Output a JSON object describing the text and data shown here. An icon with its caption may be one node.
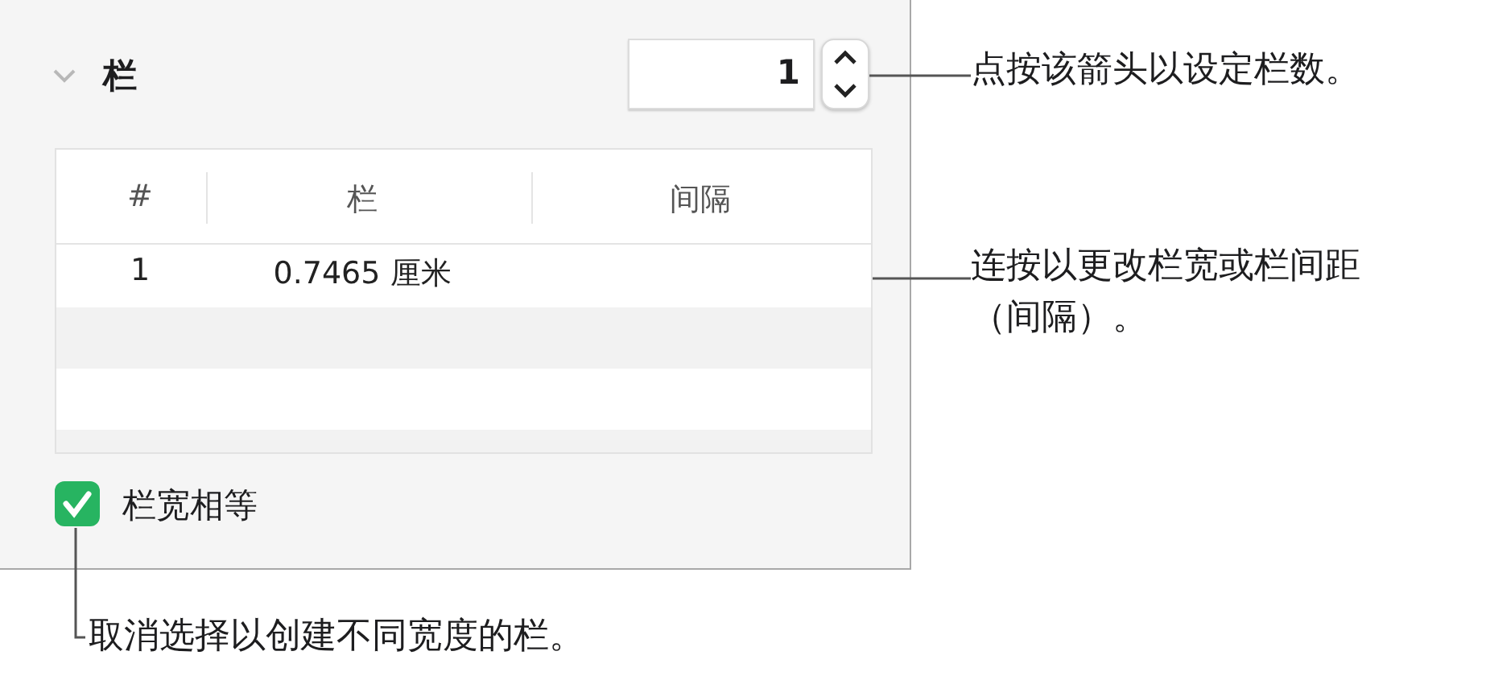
{
  "diagram": {
    "nodes": [
      {
        "text": [
          "栏"
        ]
      },
      {
        "text": [
          "1"
        ],
        "in": 0
      },
      {
        "text": [],
        "shape": "box",
        "in": 0
      },
      {
        "text": [],
        "shape": "box",
        "in": 0
      },
      {
        "text": [
          "栏宽相等"
        ],
        "in": 0
      },
      {
        "text": [
          "点按该箭头以设定栏数。"
        ]
      },
      {
        "text": [
          "连按以更改栏宽或栏间距（间隔）。"
        ]
      },
      {
        "text": [
          "取消选择以创建不同宽度的栏。"
        ]
      }
    ],
    "edges": [
      {
        "from": 5,
        "to": 2,
        "arrow": "none"
      },
      {
        "from": 6,
        "to": 3,
        "arrow": "none"
      },
      {
        "from": 7,
        "to": 4,
        "arrow": "none"
      }
    ],
    "labels": [
      "#",
      "栏",
      "间隔",
      "1",
      "0.7465 厘米"
    ]
  }
}
